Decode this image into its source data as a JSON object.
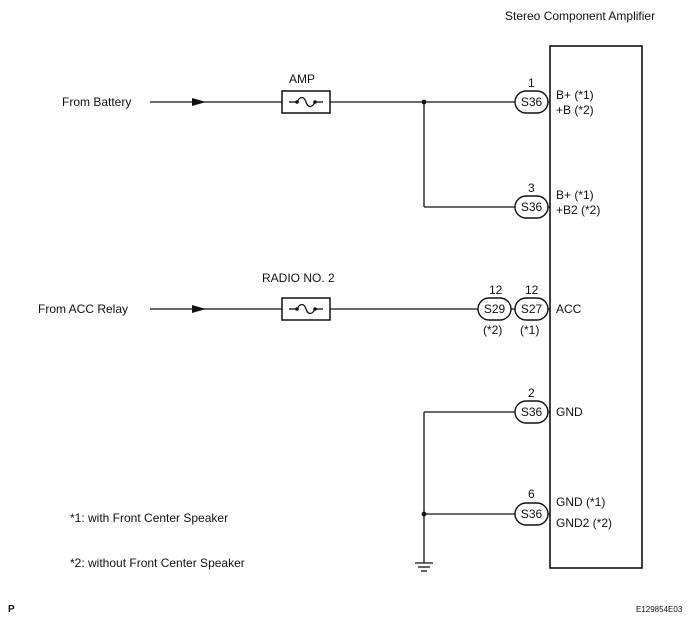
{
  "diagram": {
    "component_title": "Stereo Component Amplifier",
    "sources": {
      "battery": "From Battery",
      "acc": "From ACC Relay"
    },
    "fuses": {
      "amp": "AMP",
      "radio": "RADIO NO. 2"
    },
    "connectors": {
      "c1": {
        "pin": "1",
        "name": "S36",
        "signal_1": "B+ (*1)",
        "signal_2": "+B (*2)"
      },
      "c3": {
        "pin": "3",
        "name": "S36",
        "signal_1": "B+ (*1)",
        "signal_2": "+B2 (*2)"
      },
      "c12a": {
        "pin": "12",
        "name": "S29",
        "note": "(*2)"
      },
      "c12b": {
        "pin": "12",
        "name": "S27",
        "note": "(*1)",
        "signal_1": "ACC"
      },
      "c2": {
        "pin": "2",
        "name": "S36",
        "signal_1": "GND"
      },
      "c6": {
        "pin": "6",
        "name": "S36",
        "signal_1": "GND (*1)",
        "signal_2": "GND2 (*2)"
      }
    },
    "notes": {
      "n1": "*1: with Front Center Speaker",
      "n2": "*2: without Front Center Speaker"
    },
    "corner_mark": "P",
    "figure_id": "E129854E03"
  }
}
